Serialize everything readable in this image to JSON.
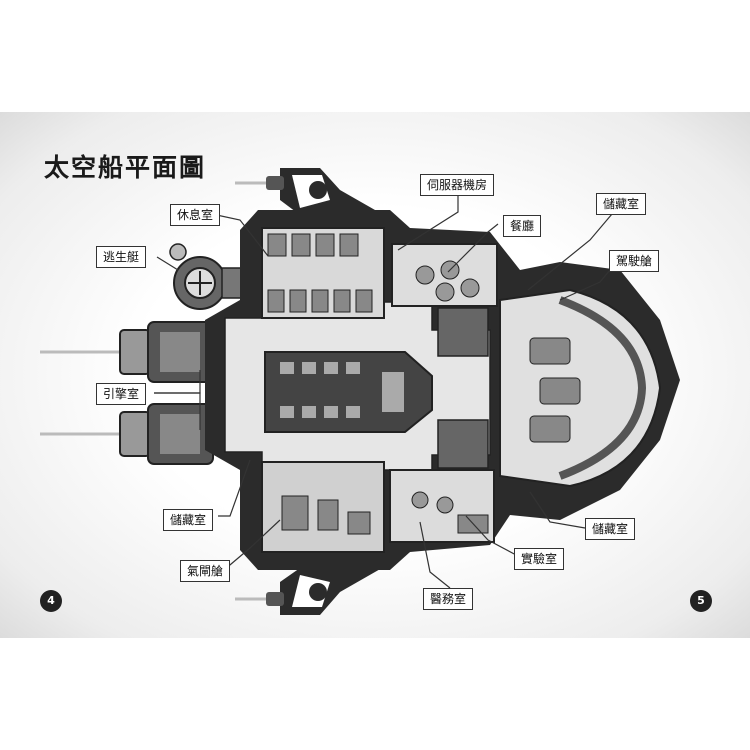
{
  "title": "太空船平面圖",
  "labels": {
    "server_room": "伺服器機房",
    "rest_room": "休息室",
    "storage_top": "儲藏室",
    "dining": "餐廳",
    "escape_pod": "逃生艇",
    "cockpit": "駕駛艙",
    "engine_room": "引擎室",
    "storage_left": "儲藏室",
    "storage_right": "儲藏室",
    "airlock": "氣閘艙",
    "lab": "實驗室",
    "medical": "醫務室"
  },
  "page_numbers": {
    "left": "4",
    "right": "5"
  },
  "colors": {
    "hull_dark": "#2b2b2b",
    "floor": "#e6e6e6",
    "panel": "#bdbdbd"
  }
}
